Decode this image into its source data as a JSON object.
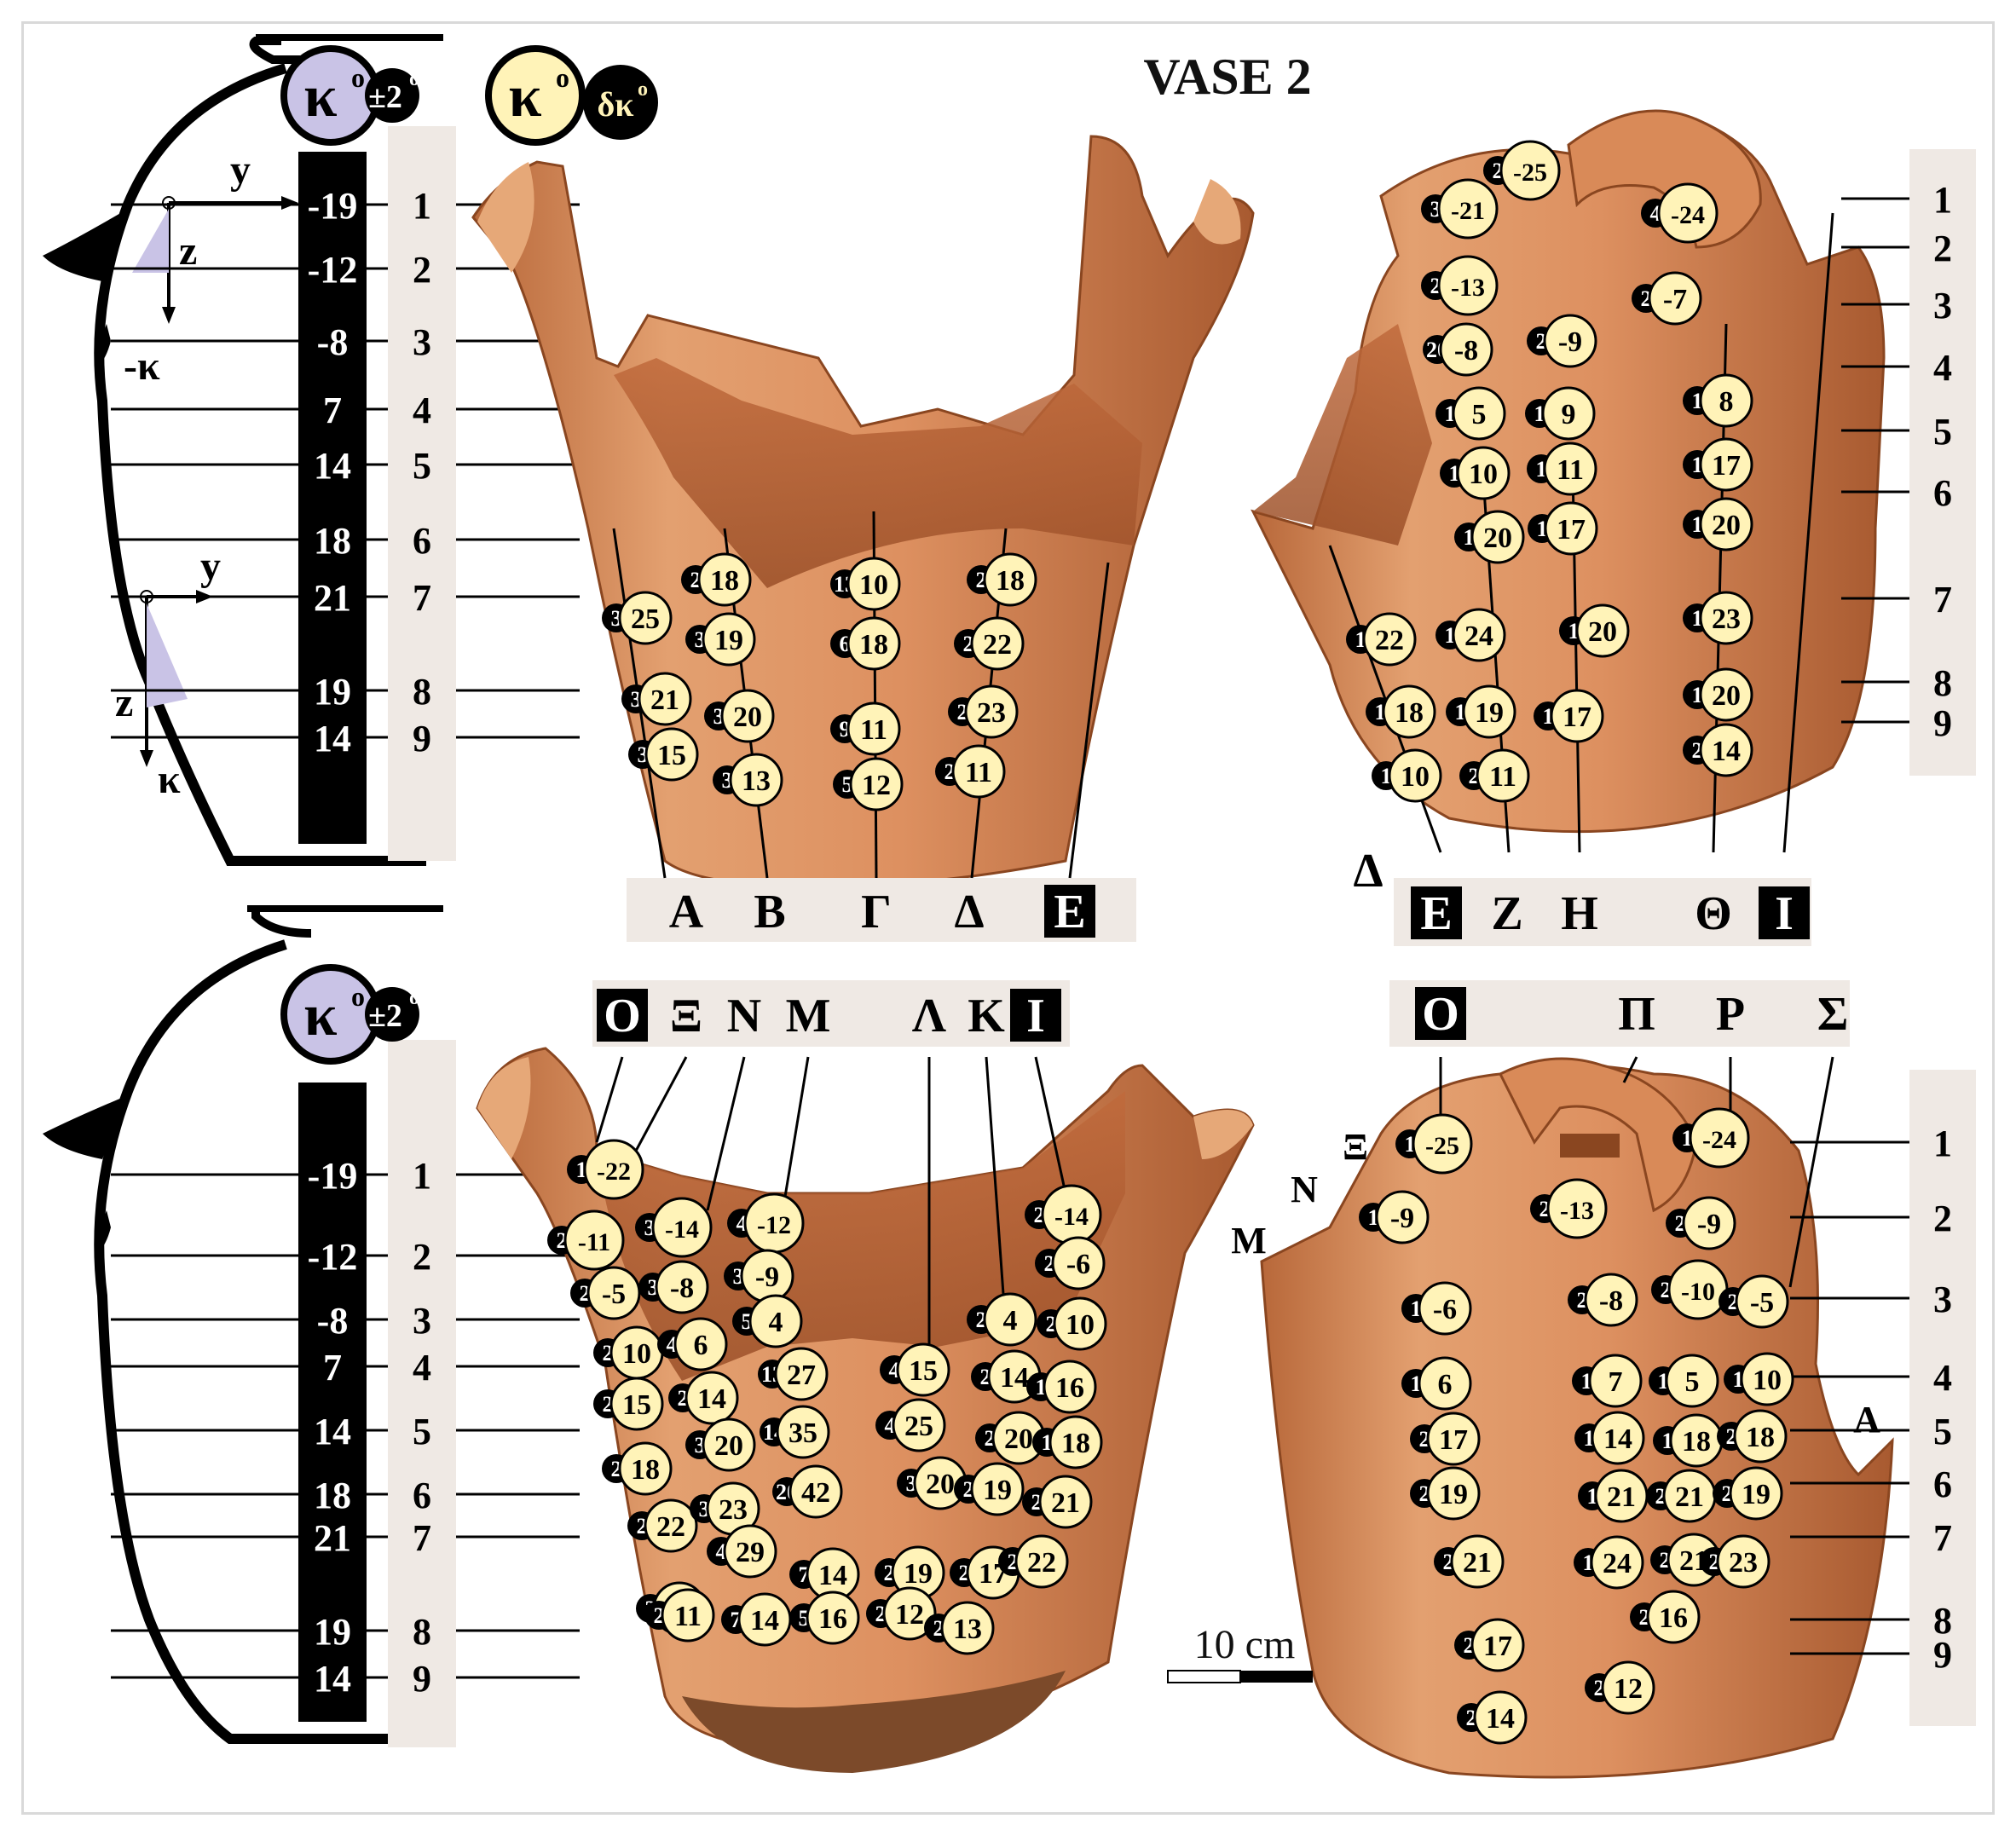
{
  "title": "VASE 2",
  "scale_bar": {
    "label": "10 cm"
  },
  "kappa_symbol": {
    "label": "κ",
    "sup": "o",
    "tol": "±2",
    "tol_sup": "o",
    "delta": "δκ",
    "delta_sup": "o"
  },
  "profile_labels": {
    "y": "y",
    "z": "z",
    "neg_kappa": "-κ",
    "kappa": "κ"
  },
  "profile_values": [
    "-19",
    "-12",
    "-8",
    "7",
    "14",
    "18",
    "21",
    "19",
    "14"
  ],
  "row_numbers": [
    "1",
    "2",
    "3",
    "4",
    "5",
    "6",
    "7",
    "8",
    "9"
  ],
  "column_labels": {
    "view1": [
      "Α",
      "Β",
      "Γ",
      "Δ",
      "Ε"
    ],
    "view2": [
      "Δ",
      "Ε",
      "Ζ",
      "Η",
      "Θ",
      "Ι"
    ],
    "view3": [
      "Ο",
      "Ξ",
      "Ν",
      "Μ",
      "Λ",
      "Κ",
      "Ι"
    ],
    "view4": [
      "Ο",
      "Π",
      "Ρ",
      "Σ"
    ],
    "view4_side": [
      "Ξ",
      "Ν",
      "Μ",
      "Α"
    ]
  },
  "colors": {
    "kappa_badge": "#c9c3e6",
    "delta_badge": "#fff3b8",
    "label_band": "#efe9e4",
    "pottery": "#d9895a",
    "pottery_dark": "#b8683a",
    "pottery_interior": "#c8703f"
  },
  "measurements": {
    "view1": [
      {
        "v": "18",
        "d": "2"
      },
      {
        "v": "10",
        "d": "13"
      },
      {
        "v": "18",
        "d": "2"
      },
      {
        "v": "25",
        "d": "3"
      },
      {
        "v": "19",
        "d": "3"
      },
      {
        "v": "18",
        "d": "6"
      },
      {
        "v": "22",
        "d": "2"
      },
      {
        "v": "21",
        "d": "3"
      },
      {
        "v": "20",
        "d": "3"
      },
      {
        "v": "11",
        "d": "9"
      },
      {
        "v": "23",
        "d": "2"
      },
      {
        "v": "15",
        "d": "3"
      },
      {
        "v": "13",
        "d": "3"
      },
      {
        "v": "12",
        "d": "5"
      },
      {
        "v": "11",
        "d": "2"
      }
    ],
    "view2": [
      {
        "v": "-25",
        "d": "2"
      },
      {
        "v": "-21",
        "d": "3"
      },
      {
        "v": "-24",
        "d": "4"
      },
      {
        "v": "-13",
        "d": "2"
      },
      {
        "v": "-7",
        "d": "2"
      },
      {
        "v": "-8",
        "d": "20"
      },
      {
        "v": "-9",
        "d": "2"
      },
      {
        "v": "5",
        "d": "1"
      },
      {
        "v": "9",
        "d": "1"
      },
      {
        "v": "8",
        "d": "1"
      },
      {
        "v": "10",
        "d": "1"
      },
      {
        "v": "11",
        "d": "1"
      },
      {
        "v": "17",
        "d": "1"
      },
      {
        "v": "20",
        "d": "1"
      },
      {
        "v": "17",
        "d": "1"
      },
      {
        "v": "20",
        "d": "1"
      },
      {
        "v": "22",
        "d": "1"
      },
      {
        "v": "24",
        "d": "1"
      },
      {
        "v": "20",
        "d": "1"
      },
      {
        "v": "23",
        "d": "1"
      },
      {
        "v": "18",
        "d": "1"
      },
      {
        "v": "19",
        "d": "1"
      },
      {
        "v": "17",
        "d": "1"
      },
      {
        "v": "20",
        "d": "1"
      },
      {
        "v": "10",
        "d": "1"
      },
      {
        "v": "11",
        "d": "2"
      },
      {
        "v": "14",
        "d": "2"
      }
    ],
    "view3": [
      {
        "v": "-22",
        "d": "1"
      },
      {
        "v": "-11",
        "d": "2"
      },
      {
        "v": "-14",
        "d": "3"
      },
      {
        "v": "-12",
        "d": "4"
      },
      {
        "v": "-14",
        "d": "2"
      },
      {
        "v": "-8",
        "d": "3"
      },
      {
        "v": "-9",
        "d": "3"
      },
      {
        "v": "-6",
        "d": "2"
      },
      {
        "v": "-5",
        "d": "2"
      },
      {
        "v": "4",
        "d": "5"
      },
      {
        "v": "4",
        "d": "2"
      },
      {
        "v": "10",
        "d": "2"
      },
      {
        "v": "10",
        "d": "2"
      },
      {
        "v": "6",
        "d": "4"
      },
      {
        "v": "15",
        "d": "2"
      },
      {
        "v": "14",
        "d": "2"
      },
      {
        "v": "27",
        "d": "13"
      },
      {
        "v": "15",
        "d": "4"
      },
      {
        "v": "14",
        "d": "2"
      },
      {
        "v": "16",
        "d": "1"
      },
      {
        "v": "18",
        "d": "2"
      },
      {
        "v": "20",
        "d": "3"
      },
      {
        "v": "35",
        "d": "14"
      },
      {
        "v": "25",
        "d": "4"
      },
      {
        "v": "20",
        "d": "2"
      },
      {
        "v": "18",
        "d": "1"
      },
      {
        "v": "22",
        "d": "2"
      },
      {
        "v": "23",
        "d": "3"
      },
      {
        "v": "42",
        "d": "20"
      },
      {
        "v": "20",
        "d": "3"
      },
      {
        "v": "19",
        "d": "2"
      },
      {
        "v": "21",
        "d": "2"
      },
      {
        "v": "18",
        "d": "3"
      },
      {
        "v": "29",
        "d": "4"
      },
      {
        "v": "14",
        "d": "7"
      },
      {
        "v": "19",
        "d": "2"
      },
      {
        "v": "17",
        "d": "2"
      },
      {
        "v": "22",
        "d": "2"
      },
      {
        "v": "11",
        "d": "2"
      },
      {
        "v": "14",
        "d": "7"
      },
      {
        "v": "16",
        "d": "5"
      },
      {
        "v": "12",
        "d": "2"
      },
      {
        "v": "13",
        "d": "2"
      }
    ],
    "view4": [
      {
        "v": "-25",
        "d": "1"
      },
      {
        "v": "-24",
        "d": "1"
      },
      {
        "v": "-9",
        "d": "1"
      },
      {
        "v": "-13",
        "d": "2"
      },
      {
        "v": "-9",
        "d": "2"
      },
      {
        "v": "-6",
        "d": "1"
      },
      {
        "v": "-8",
        "d": "2"
      },
      {
        "v": "-10",
        "d": "2"
      },
      {
        "v": "-5",
        "d": "2"
      },
      {
        "v": "6",
        "d": "1"
      },
      {
        "v": "7",
        "d": "1"
      },
      {
        "v": "5",
        "d": "1"
      },
      {
        "v": "10",
        "d": "1"
      },
      {
        "v": "17",
        "d": "2"
      },
      {
        "v": "14",
        "d": "1"
      },
      {
        "v": "18",
        "d": "1"
      },
      {
        "v": "18",
        "d": "2"
      },
      {
        "v": "19",
        "d": "2"
      },
      {
        "v": "21",
        "d": "1"
      },
      {
        "v": "21",
        "d": "2"
      },
      {
        "v": "19",
        "d": "2"
      },
      {
        "v": "21",
        "d": "2"
      },
      {
        "v": "24",
        "d": "1"
      },
      {
        "v": "21",
        "d": "2"
      },
      {
        "v": "23",
        "d": "2"
      },
      {
        "v": "16",
        "d": "2"
      },
      {
        "v": "17",
        "d": "2"
      },
      {
        "v": "12",
        "d": "2"
      },
      {
        "v": "14",
        "d": "2"
      }
    ]
  }
}
